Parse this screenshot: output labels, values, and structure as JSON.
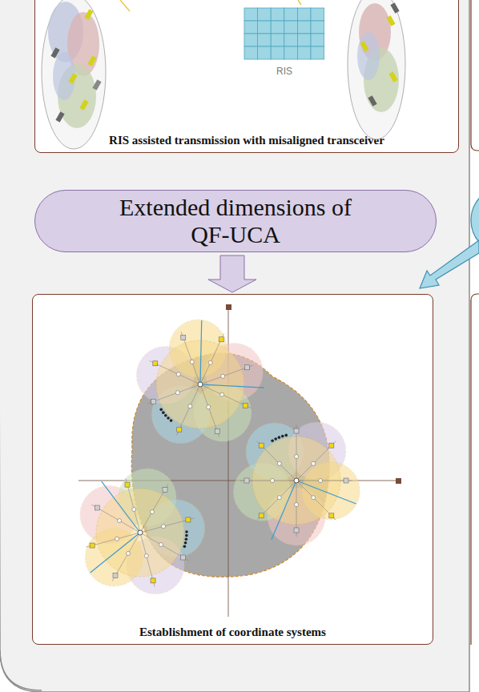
{
  "diagram": {
    "nodes": [
      {
        "text": [
          "RIS assisted transmission with misaligned transceiver"
        ]
      },
      {
        "text": [
          "Extended dimensions of QF-UCA"
        ]
      },
      {
        "text": [
          "Establishment of coordinate systems"
        ]
      }
    ],
    "edges": [
      {
        "from": 1,
        "to": 2,
        "arrow": "to"
      }
    ],
    "labels": [
      "RIS"
    ]
  }
}
